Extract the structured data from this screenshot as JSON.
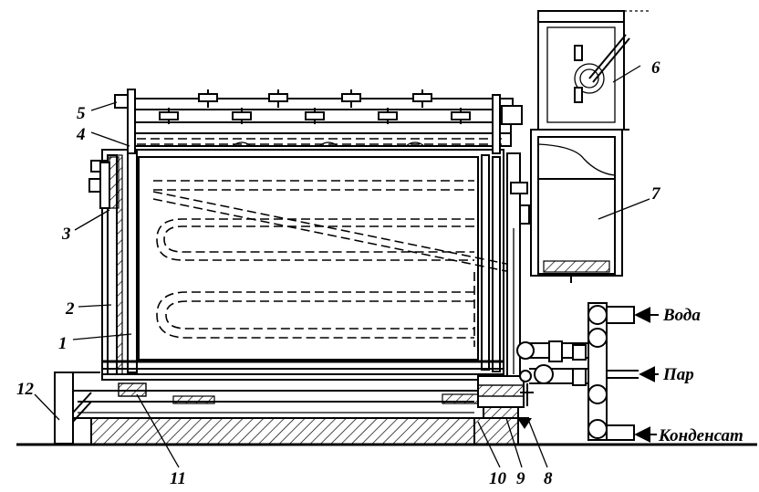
{
  "callouts": {
    "n1": "1",
    "n2": "2",
    "n3": "3",
    "n4": "4",
    "n5": "5",
    "n6": "6",
    "n7": "7",
    "n8": "8",
    "n9": "9",
    "n10": "10",
    "n11": "11",
    "n12": "12"
  },
  "pipes": {
    "water": "Вода",
    "steam": "Пар",
    "condensate": "Конденсат"
  }
}
